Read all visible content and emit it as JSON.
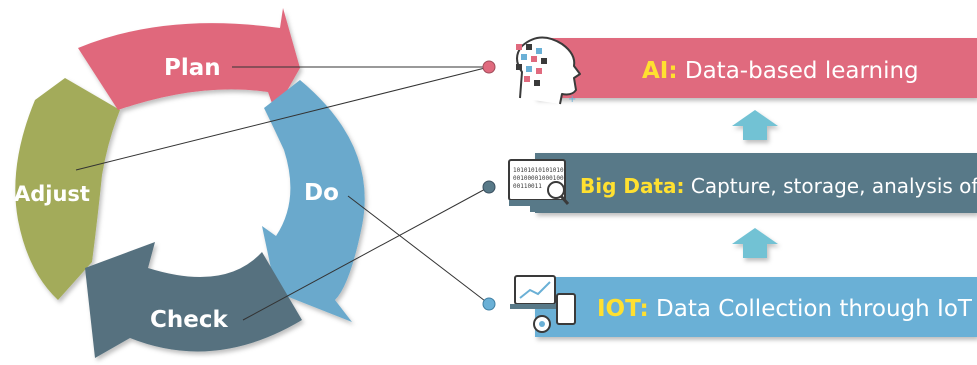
{
  "colors": {
    "plan": "#e0677c",
    "do": "#6aa9cc",
    "check": "#56717f",
    "adjust": "#a3ab5a",
    "ai_bar": "#e06a7e",
    "bigdata_bar": "#587988",
    "iot_bar": "#6ab0d6",
    "key_highlight": "#ffe030",
    "up_arrow": "#72c2d4"
  },
  "cycle": {
    "plan": "Plan",
    "do": "Do",
    "check": "Check",
    "adjust": "Adjust"
  },
  "bars": {
    "ai": {
      "key": "AI:",
      "text": " Data-based learning",
      "icon": "ai-head-icon"
    },
    "bigdata": {
      "key": "Big Data:",
      "text": " Capture, storage, analysis of data",
      "icon": "data-monitor-icon"
    },
    "iot": {
      "key": "IOT:",
      "text": " Data Collection through IoT",
      "icon": "iot-devices-icon"
    }
  },
  "icons": {
    "binary_lines": [
      "10101010101010",
      "00100001000100",
      "00110011"
    ]
  }
}
